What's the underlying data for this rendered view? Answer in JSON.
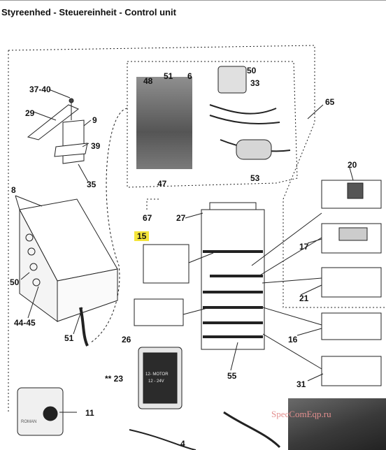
{
  "header": {
    "title": "Styreenhed - Steuereinheit - Control unit"
  },
  "callouts": [
    {
      "id": "c-37-40",
      "text": "37-40"
    },
    {
      "id": "c-29",
      "text": "29"
    },
    {
      "id": "c-9",
      "text": "9"
    },
    {
      "id": "c-39",
      "text": "39"
    },
    {
      "id": "c-35",
      "text": "35"
    },
    {
      "id": "c-48",
      "text": "48"
    },
    {
      "id": "c-51a",
      "text": "51"
    },
    {
      "id": "c-6",
      "text": "6"
    },
    {
      "id": "c-47",
      "text": "47"
    },
    {
      "id": "c-50a",
      "text": "50"
    },
    {
      "id": "c-33",
      "text": "33"
    },
    {
      "id": "c-53",
      "text": "53"
    },
    {
      "id": "c-65",
      "text": "65"
    },
    {
      "id": "c-8",
      "text": "8"
    },
    {
      "id": "c-50b",
      "text": "50"
    },
    {
      "id": "c-44-45",
      "text": "44-45"
    },
    {
      "id": "c-51b",
      "text": "51"
    },
    {
      "id": "c-67",
      "text": "67"
    },
    {
      "id": "c-27",
      "text": "27"
    },
    {
      "id": "c-15",
      "text": "15",
      "highlight": true
    },
    {
      "id": "c-20",
      "text": "20"
    },
    {
      "id": "c-17",
      "text": "17"
    },
    {
      "id": "c-21",
      "text": "21"
    },
    {
      "id": "c-16",
      "text": "16"
    },
    {
      "id": "c-31",
      "text": "31"
    },
    {
      "id": "c-26",
      "text": "26"
    },
    {
      "id": "c-55",
      "text": "55"
    },
    {
      "id": "c-23",
      "text": "** 23"
    },
    {
      "id": "c-11",
      "text": "11"
    },
    {
      "id": "c-4",
      "text": "4"
    }
  ],
  "panel_text": {
    "enclosure_23": "12- MOTOR",
    "enclosure_23_sub": "12 - 24V",
    "box_11": "ROMAN"
  },
  "watermark": "SpecComEqp.ru",
  "colors": {
    "ink": "#111111",
    "highlight": "#f5e53a",
    "watermark": "#e38f8f",
    "board_fill": "#ffffff",
    "dark_part": "#333333"
  }
}
